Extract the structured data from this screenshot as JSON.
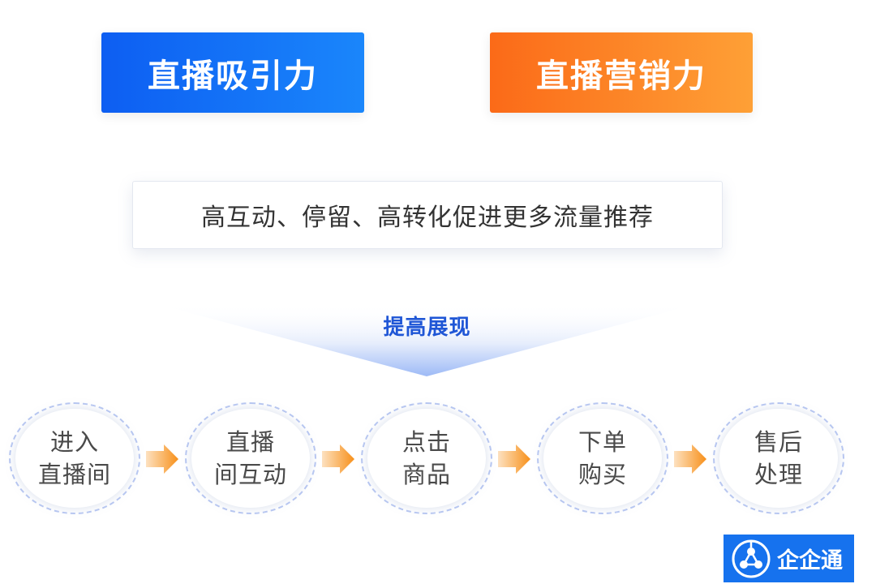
{
  "header": {
    "left_button": "直播吸引力",
    "right_button": "直播营销力"
  },
  "description": "高互动、停留、高转化促进更多流量推荐",
  "funnel": {
    "label": "提高展现"
  },
  "steps": [
    {
      "line1": "进入",
      "line2": "直播间"
    },
    {
      "line1": "直播",
      "line2": "间互动"
    },
    {
      "line1": "点击",
      "line2": "商品"
    },
    {
      "line1": "下单",
      "line2": "购买"
    },
    {
      "line1": "售后",
      "line2": "处理"
    }
  ],
  "logo": {
    "text": "企企通",
    "icon": "network-circle-icon"
  },
  "colors": {
    "blue": "#0d5ef2",
    "orange": "#fb6a18",
    "arrow": "#f7941d",
    "label_blue": "#1f56d6"
  }
}
